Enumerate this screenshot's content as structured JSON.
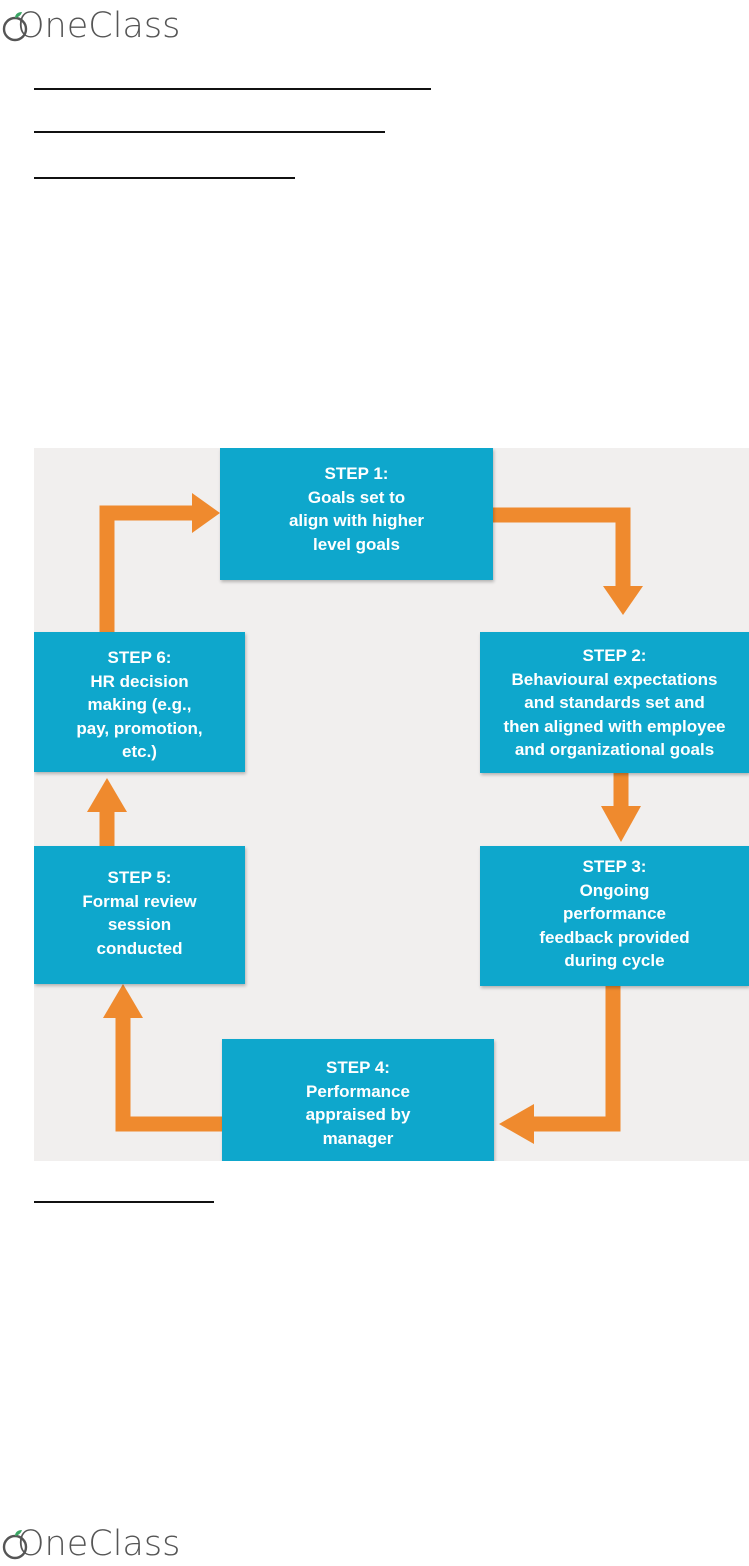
{
  "header": {
    "brand": "OneClass"
  },
  "footer": {
    "brand": "OneClass"
  },
  "diagram": {
    "steps": [
      {
        "id": 1,
        "lines": [
          "STEP 1:",
          "Goals set to",
          "align with higher",
          "level goals"
        ]
      },
      {
        "id": 2,
        "lines": [
          "STEP 2:",
          "Behavioural expectations",
          "and standards set and",
          "then aligned with employee",
          "and organizational goals"
        ]
      },
      {
        "id": 3,
        "lines": [
          "STEP 3:",
          "Ongoing",
          "performance",
          "feedback provided",
          "during cycle"
        ]
      },
      {
        "id": 4,
        "lines": [
          "STEP 4:",
          "Performance",
          "appraised by",
          "manager"
        ]
      },
      {
        "id": 5,
        "lines": [
          "STEP 5:",
          "Formal review",
          "session",
          "conducted"
        ]
      },
      {
        "id": 6,
        "lines": [
          "STEP 6:",
          "HR decision",
          "making (e.g.,",
          "pay, promotion,",
          "etc.)"
        ]
      }
    ],
    "colors": {
      "box": "#0ea7cc",
      "arrow": "#ef8a2e",
      "background": "#f1efee"
    }
  }
}
